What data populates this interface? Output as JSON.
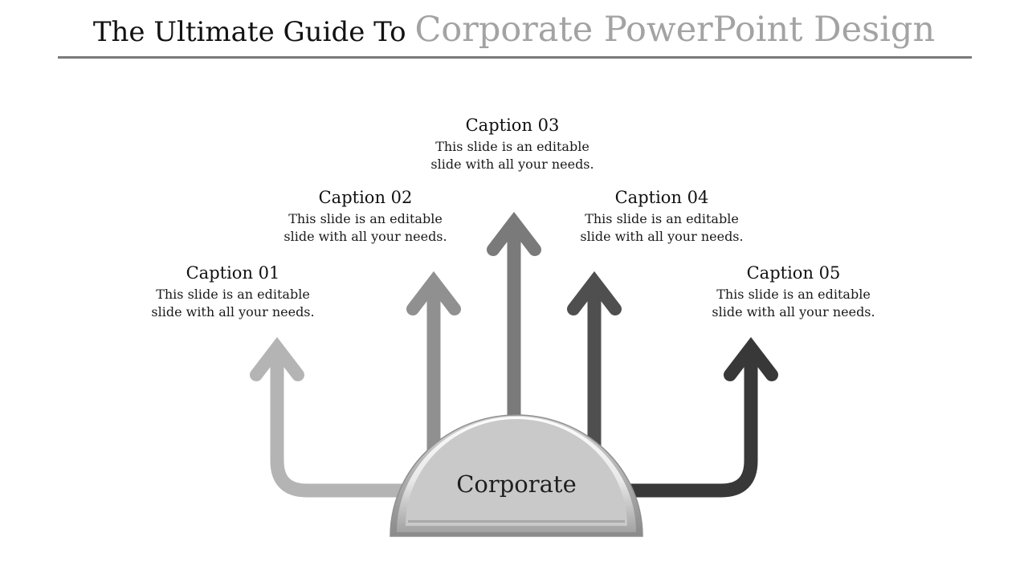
{
  "slide": {
    "title": {
      "prefix": "The Ultimate Guide To ",
      "highlight": "Corporate PowerPoint Design"
    },
    "rule_color": "#7a7a7a",
    "captions": [
      {
        "heading": "Caption 01",
        "body": "This slide is an editable slide with all your needs."
      },
      {
        "heading": "Caption 02",
        "body": "This slide is an editable slide with all your needs."
      },
      {
        "heading": "Caption 03",
        "body": "This slide is an editable slide with all your needs."
      },
      {
        "heading": "Caption 04",
        "body": "This slide is an editable slide with all your needs."
      },
      {
        "heading": "Caption 05",
        "body": "This slide is an editable slide with all your needs."
      }
    ],
    "arrows": [
      {
        "label": "arrow-01",
        "color": "#b4b4b4"
      },
      {
        "label": "arrow-02",
        "color": "#909090"
      },
      {
        "label": "arrow-03",
        "color": "#7a7a7a"
      },
      {
        "label": "arrow-04",
        "color": "#4f4f4f"
      },
      {
        "label": "arrow-05",
        "color": "#383838"
      }
    ],
    "dome": {
      "label": "Corporate",
      "fill": "#c9c9c9"
    },
    "colors": {
      "title_black": "#111111",
      "title_gray": "#a3a3a3",
      "text": "#1a1a1a"
    }
  }
}
